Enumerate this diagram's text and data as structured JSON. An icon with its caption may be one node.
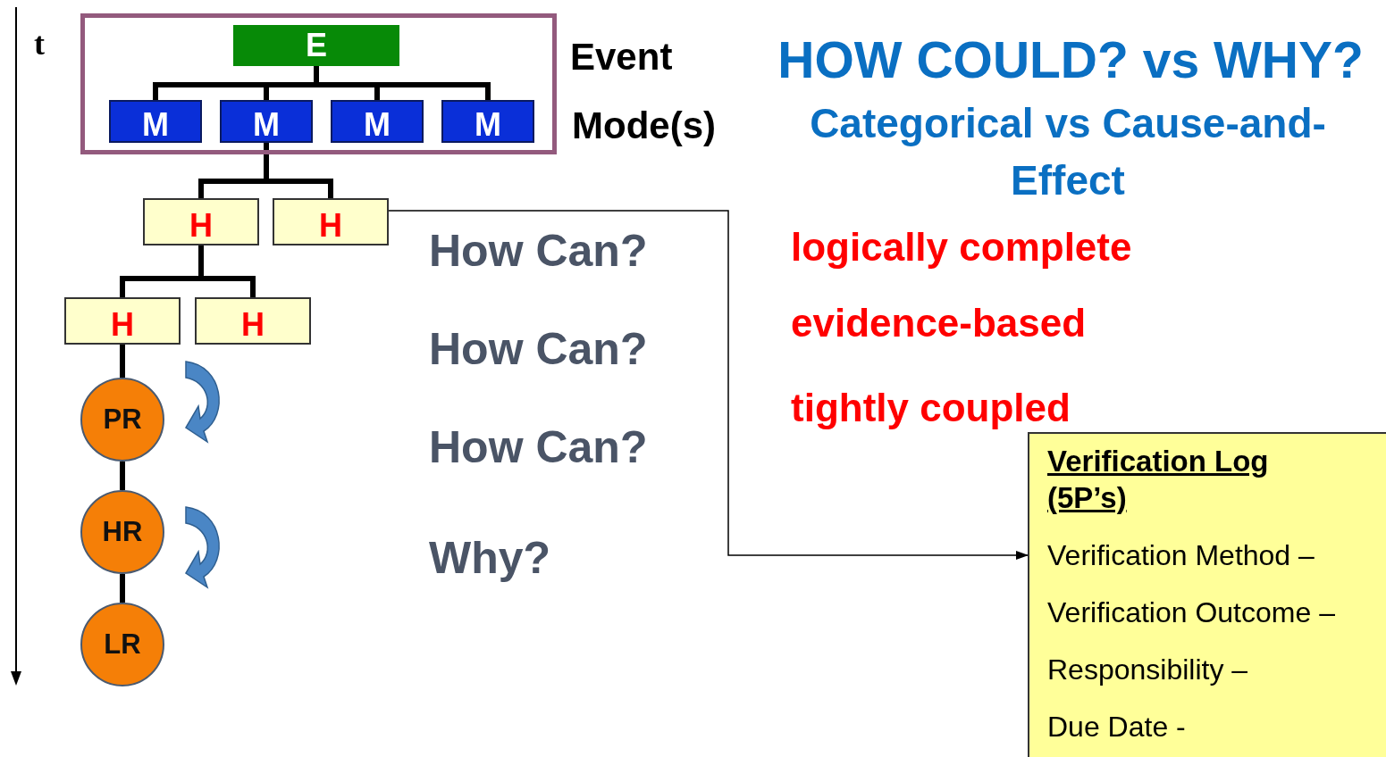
{
  "diagram": {
    "title": "HOW COULD? vs WHY?",
    "nodes": [
      {
        "text": [],
        "shape": "box"
      },
      {
        "text": [
          "E"
        ],
        "in": 0
      },
      {
        "text": [
          "M"
        ],
        "in": 0
      },
      {
        "text": [
          "M"
        ],
        "in": 0
      },
      {
        "text": [
          "M"
        ],
        "in": 0
      },
      {
        "text": [
          "M"
        ],
        "in": 0
      },
      {
        "text": [
          "H"
        ]
      },
      {
        "text": [
          "H"
        ]
      },
      {
        "text": [
          "H"
        ]
      },
      {
        "text": [
          "H"
        ]
      },
      {
        "text": [
          "PR"
        ]
      },
      {
        "text": [
          "HR"
        ]
      },
      {
        "text": [
          "LR"
        ]
      },
      {
        "text": [
          "Verification Log (5P’s)",
          "Verification Method –",
          "Verification Outcome –",
          "Responsibility –",
          "Due Date -"
        ]
      }
    ],
    "edges": [
      {
        "from": 1,
        "to": 2,
        "arrow": "none"
      },
      {
        "from": 1,
        "to": 3,
        "arrow": "none"
      },
      {
        "from": 1,
        "to": 4,
        "arrow": "none"
      },
      {
        "from": 1,
        "to": 5,
        "arrow": "none"
      },
      {
        "from": 3,
        "to": 6,
        "arrow": "none"
      },
      {
        "from": 3,
        "to": 7,
        "arrow": "none"
      },
      {
        "from": 6,
        "to": 8,
        "arrow": "none"
      },
      {
        "from": 6,
        "to": 9,
        "arrow": "none"
      },
      {
        "from": 8,
        "to": 10,
        "arrow": "none"
      },
      {
        "from": 10,
        "to": 11,
        "arrow": "none"
      },
      {
        "from": 11,
        "to": 12,
        "arrow": "none"
      },
      {
        "from": 7,
        "to": 13,
        "arrow": "to"
      }
    ],
    "labels": [
      "t",
      "Event",
      "Mode(s)",
      "Categorical vs Cause-and-Effect",
      "How Can?",
      "How Can?",
      "How Can?",
      "Why?",
      "logically complete",
      "evidence-based",
      "tightly coupled"
    ]
  }
}
